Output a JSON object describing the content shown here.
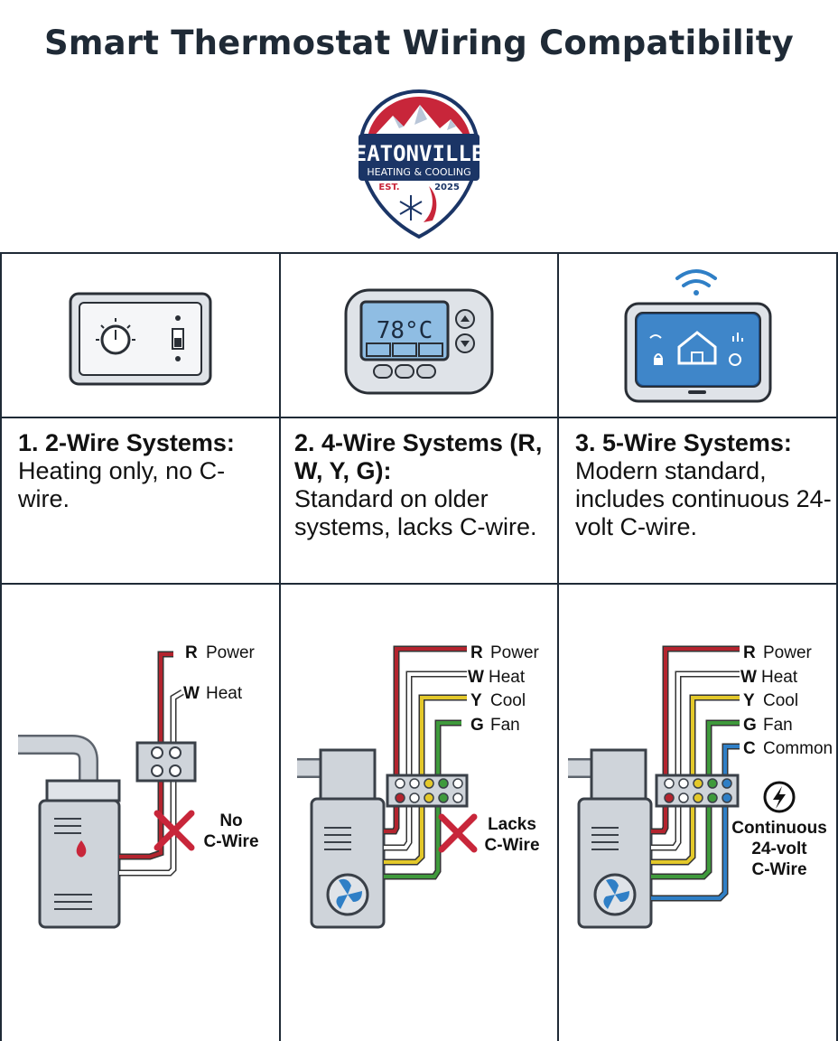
{
  "title": "Smart Thermostat Wiring Compatibility",
  "logo": {
    "name": "EATONVILLE",
    "subtitle": "HEATING & COOLING",
    "est": "EST.",
    "year": "2025",
    "colors": {
      "navy": "#1b3566",
      "red": "#c8263a"
    }
  },
  "columns": [
    {
      "heading": "1. 2-Wire Systems:",
      "description": "Heating only, no C-wire.",
      "icon": "mechanical-thermostat-icon",
      "wires": [
        {
          "letter": "R",
          "label": "Power",
          "color": "#b3242e"
        },
        {
          "letter": "W",
          "label": "Heat",
          "color": "#ffffff"
        }
      ],
      "status": "No C-Wire",
      "status_lines": [
        "No",
        "C-Wire"
      ]
    },
    {
      "heading": "2. 4-Wire Systems (R, W, Y, G):",
      "description": "Standard on older systems, lacks C-wire.",
      "icon": "digital-thermostat-icon",
      "display": "78°C",
      "wires": [
        {
          "letter": "R",
          "label": "Power",
          "color": "#b3242e"
        },
        {
          "letter": "W",
          "label": "Heat",
          "color": "#ffffff"
        },
        {
          "letter": "Y",
          "label": "Cool",
          "color": "#e3c82a"
        },
        {
          "letter": "G",
          "label": "Fan",
          "color": "#3f9a3c"
        }
      ],
      "status": "Lacks C-Wire",
      "status_lines": [
        "Lacks",
        "C-Wire"
      ]
    },
    {
      "heading": "3. 5-Wire Systems:",
      "description": "Modern standard, includes continuous 24-volt C-wire.",
      "icon": "smart-thermostat-icon",
      "wires": [
        {
          "letter": "R",
          "label": "Power",
          "color": "#b3242e"
        },
        {
          "letter": "W",
          "label": "Heat",
          "color": "#ffffff"
        },
        {
          "letter": "Y",
          "label": "Cool",
          "color": "#e3c82a"
        },
        {
          "letter": "G",
          "label": "Fan",
          "color": "#3f9a3c"
        },
        {
          "letter": "C",
          "label": "Common",
          "color": "#2f7fc6"
        }
      ],
      "status": "Continuous 24-volt C-Wire",
      "status_lines": [
        "Continuous",
        "24-volt",
        "C-Wire"
      ]
    }
  ]
}
